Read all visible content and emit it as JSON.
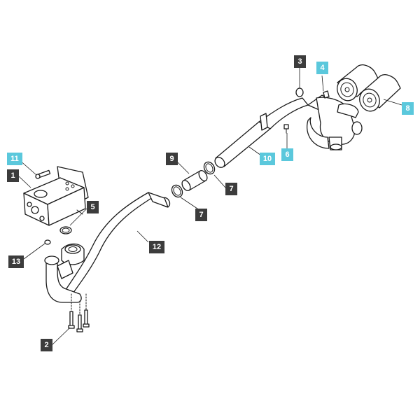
{
  "colors": {
    "callout_dark": "#3c3c3c",
    "callout_highlight": "#5bc8dc",
    "line": "#1a1a1a"
  },
  "callouts": [
    {
      "id": "c1",
      "label": "1",
      "highlight": false
    },
    {
      "id": "c2",
      "label": "2",
      "highlight": false
    },
    {
      "id": "c3",
      "label": "3",
      "highlight": false
    },
    {
      "id": "c4",
      "label": "4",
      "highlight": true
    },
    {
      "id": "c5",
      "label": "5",
      "highlight": false
    },
    {
      "id": "c6",
      "label": "6",
      "highlight": true
    },
    {
      "id": "c7a",
      "label": "7",
      "highlight": false
    },
    {
      "id": "c7b",
      "label": "7",
      "highlight": false
    },
    {
      "id": "c8",
      "label": "8",
      "highlight": true
    },
    {
      "id": "c9",
      "label": "9",
      "highlight": false
    },
    {
      "id": "c10",
      "label": "10",
      "highlight": true
    },
    {
      "id": "c11",
      "label": "11",
      "highlight": true
    },
    {
      "id": "c12",
      "label": "12",
      "highlight": false
    },
    {
      "id": "c13",
      "label": "13",
      "highlight": false
    }
  ]
}
